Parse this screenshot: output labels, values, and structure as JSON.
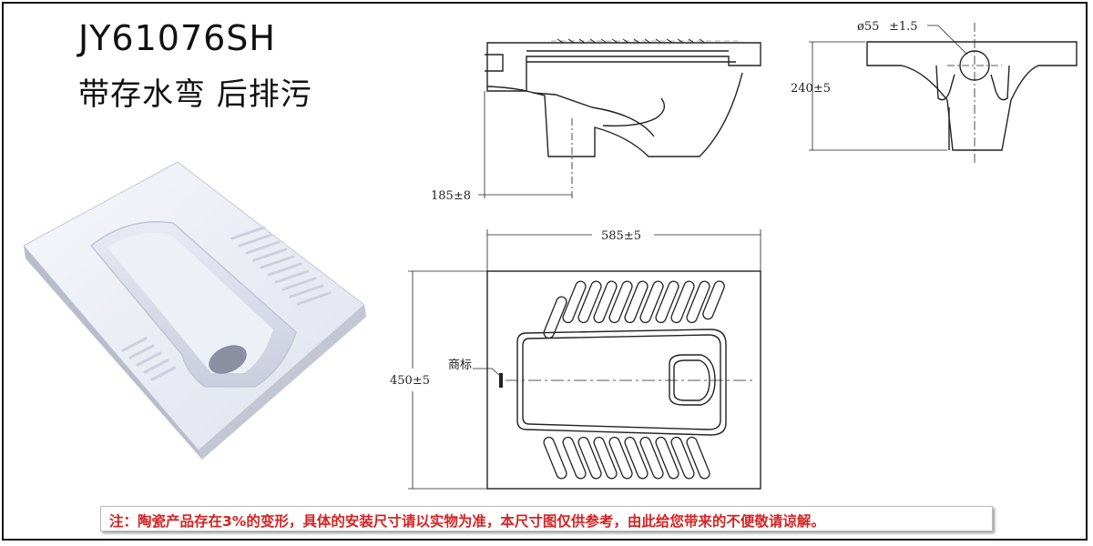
{
  "product": {
    "model": "JY61076SH",
    "subtitle": "带存水弯 后排污"
  },
  "dimensions": {
    "outlet_offset": "185±8",
    "height": "240±5",
    "outlet_diameter": "ø55",
    "outlet_diameter_tol": "±1.5",
    "length": "585±5",
    "width": "450±5",
    "trademark_label": "商标"
  },
  "note": "注：陶瓷产品存在3%的变形，具体的安装尺寸请以实物为准，本尺寸图仅供参考，由此给您带来的不便敬请谅解。"
}
